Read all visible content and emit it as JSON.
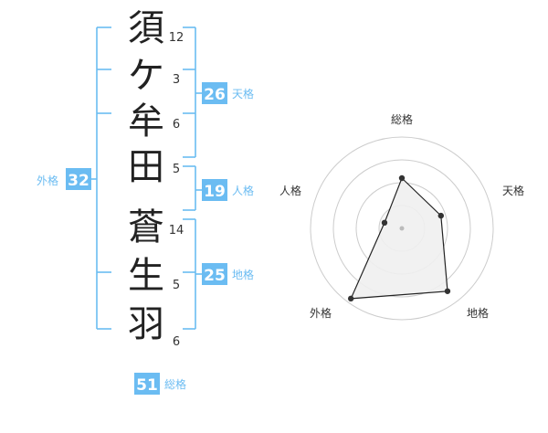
{
  "name": {
    "characters": [
      {
        "char": "須",
        "strokes": "12"
      },
      {
        "char": "ケ",
        "strokes": "3"
      },
      {
        "char": "牟",
        "strokes": "6"
      },
      {
        "char": "田",
        "strokes": "5"
      },
      {
        "char": "蒼",
        "strokes": "14"
      },
      {
        "char": "生",
        "strokes": "5"
      },
      {
        "char": "羽",
        "strokes": "6"
      }
    ]
  },
  "kakusu": {
    "tenkaku": {
      "value": "26",
      "label": "天格"
    },
    "jinkaku": {
      "value": "19",
      "label": "人格"
    },
    "chikaku": {
      "value": "25",
      "label": "地格"
    },
    "gaikaku": {
      "value": "32",
      "label": "外格"
    },
    "soukaku": {
      "value": "51",
      "label": "総格"
    }
  },
  "chart_data": {
    "type": "radar",
    "axes": [
      "総格",
      "天格",
      "地格",
      "外格",
      "人格"
    ],
    "values": [
      0.55,
      0.45,
      0.85,
      0.95,
      0.2
    ],
    "rings": 4,
    "colors": {
      "line": "#222222",
      "fill": "#f0f0f0",
      "grid": "#cccccc",
      "accent": "#6bbcf2"
    }
  }
}
